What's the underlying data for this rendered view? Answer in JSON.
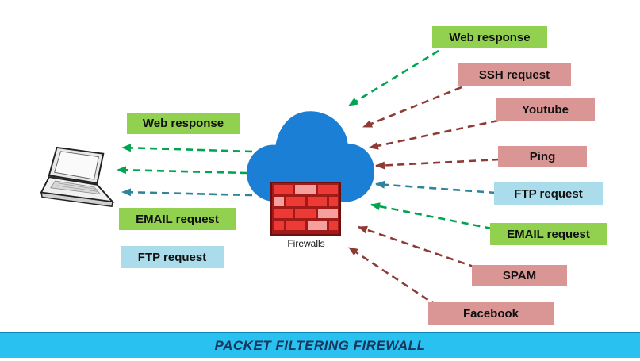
{
  "banner": {
    "label": "PACKET FILTERING FIREWALL",
    "bg_color": "#29c1ef",
    "text_color": "#17375e"
  },
  "cloud": {
    "caption": "Firewalls",
    "color": "#1b7fd6"
  },
  "firewall_icon": {
    "brick_color": "#ee3a35",
    "light_brick_color": "#f6a09d",
    "mortar_color": "#a01a1a"
  },
  "arrow_colors": {
    "allowed": "#00a551",
    "blocked": "#8f3b35",
    "ftp": "#2f849b"
  },
  "label_colors": {
    "green": "#92d050",
    "pink": "#d99694",
    "blue": "#aadcec"
  },
  "left_labels": [
    {
      "label": "Web response",
      "variant": "green",
      "arrow": "allowed"
    },
    {
      "label": "EMAIL request",
      "variant": "green",
      "arrow": "allowed"
    },
    {
      "label": "FTP request",
      "variant": "blue",
      "arrow": "ftp"
    }
  ],
  "right_labels": [
    {
      "label": "Web response",
      "variant": "green",
      "arrow": "allowed"
    },
    {
      "label": "SSH request",
      "variant": "pink",
      "arrow": "blocked"
    },
    {
      "label": "Youtube",
      "variant": "pink",
      "arrow": "blocked"
    },
    {
      "label": "Ping",
      "variant": "pink",
      "arrow": "blocked"
    },
    {
      "label": "FTP request",
      "variant": "blue",
      "arrow": "ftp"
    },
    {
      "label": "EMAIL request",
      "variant": "green",
      "arrow": "allowed"
    },
    {
      "label": "SPAM",
      "variant": "pink",
      "arrow": "blocked"
    },
    {
      "label": "Facebook",
      "variant": "pink",
      "arrow": "blocked"
    }
  ]
}
